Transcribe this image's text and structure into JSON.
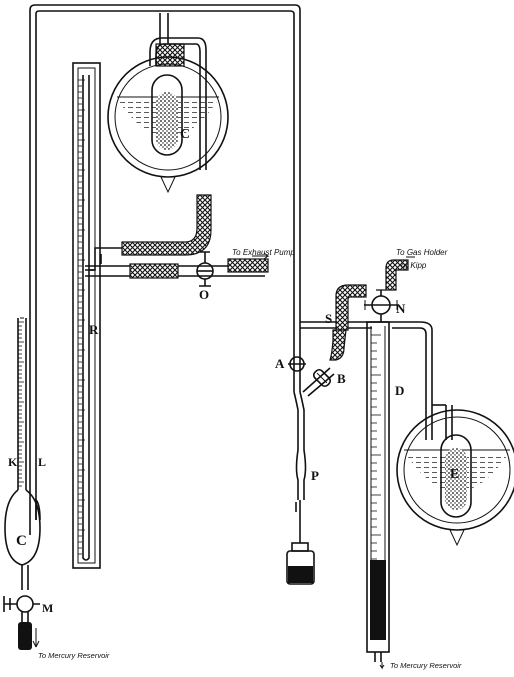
{
  "labels": {
    "c_top": "C",
    "o": "O",
    "r": "R",
    "s": "S",
    "n": "N",
    "a": "A",
    "b": "B",
    "d": "D",
    "e": "E",
    "p": "P",
    "k": "K",
    "l": "L",
    "c_left": "C",
    "m": "M"
  },
  "notes": {
    "exhaust": "To Exhaust Pump",
    "gas_holder_1": "To Gas Holder",
    "gas_holder_2": "or Kipp",
    "reservoir_left": "To Mercury Reservoir",
    "reservoir_right": "To Mercury Reservoir"
  }
}
